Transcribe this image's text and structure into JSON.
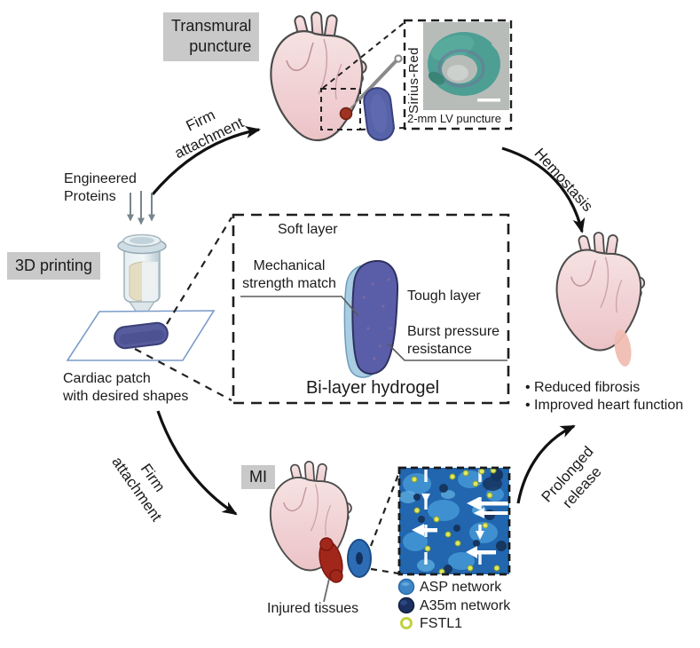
{
  "labels": {
    "transmural": "Transmural\npuncture",
    "firm_top": "Firm\nattachment",
    "engineered": "Engineered\nProteins",
    "printing3d": "3D printing",
    "cardiac_patch": "Cardiac patch\nwith desired shapes",
    "firm_bottom": "Firm\nattachment",
    "mi": "MI",
    "injured": "Injured tissues",
    "hemostasis": "Hemostasis",
    "prolonged": "Prolonged\nrelease"
  },
  "inset_top": {
    "stain": "Sirius-Red",
    "caption": "2-mm LV puncture"
  },
  "center_box": {
    "soft": "Soft layer",
    "mechanical": "Mechanical\nstrength match",
    "tough": "Tough layer",
    "burst": "Burst pressure\nresistance",
    "title": "Bi-layer hydrogel"
  },
  "outcomes": [
    "• Reduced fibrosis",
    "• Improved heart function"
  ],
  "legend": [
    {
      "label": "ASP network",
      "color": "#3c86c8"
    },
    {
      "label": "A35m network",
      "color": "#1c2f5f"
    },
    {
      "label": "FSTL1",
      "color": "#c2d23e"
    }
  ],
  "colors": {
    "label_bg": "#c9c9c9",
    "patch_blue": "#575c9e",
    "soft_layer_blue": "#a9cde2",
    "tough_layer_blue": "#5a5ea8",
    "injured_red": "#a2271b",
    "heart_pink": "#f0d2d4",
    "micrograph_blue": "#2166ae",
    "stain_teal": "#4d9f93"
  }
}
